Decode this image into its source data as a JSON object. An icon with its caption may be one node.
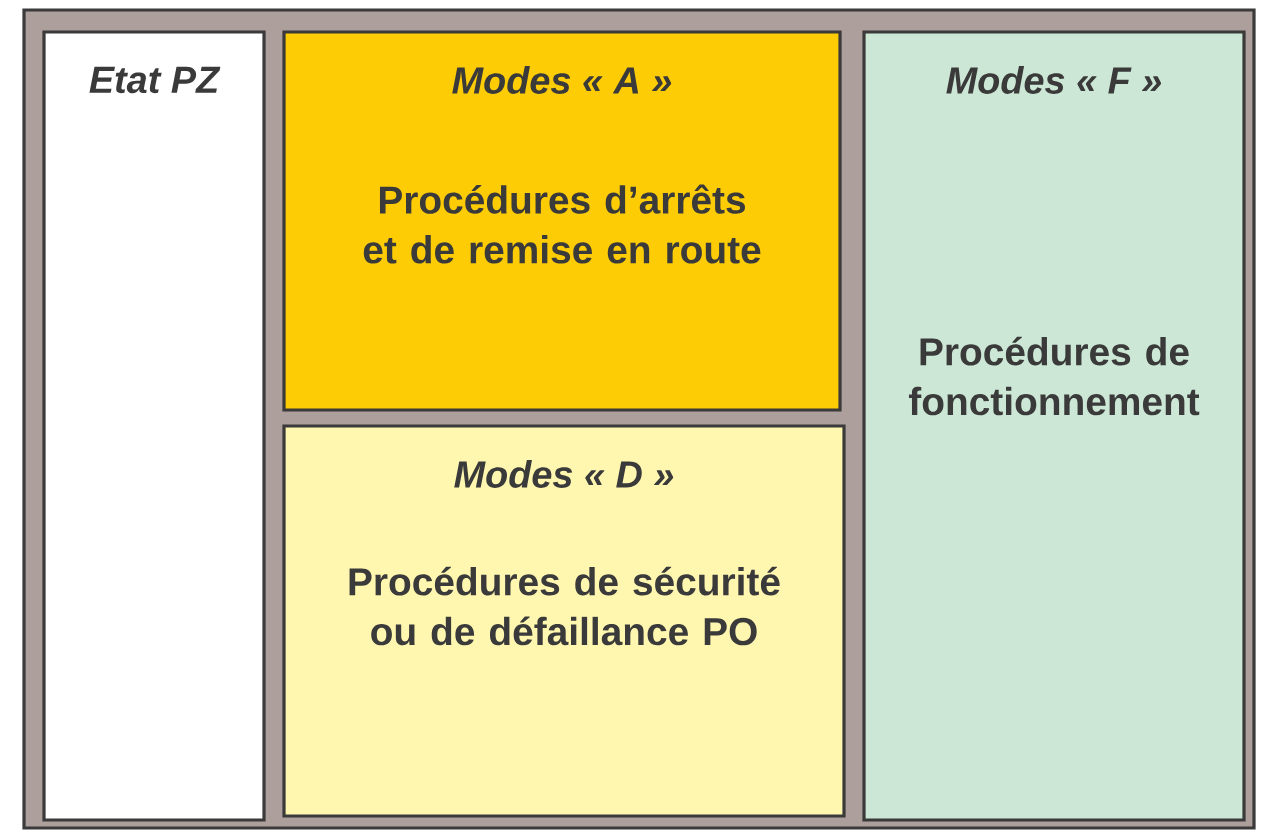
{
  "diagram": {
    "nodes": [
      {
        "text": [],
        "shape": "box"
      },
      {
        "text": [
          "Etat PZ"
        ],
        "in": 0
      },
      {
        "text": [
          "Modes « A »",
          "Procédures d’arrêts et de remise en route"
        ],
        "in": 0
      },
      {
        "text": [
          "Modes « D »",
          "Procédures de sécurité ou de défaillance PO"
        ],
        "in": 0
      },
      {
        "text": [
          "Modes « F »",
          "Procédures de fonctionnement"
        ],
        "in": 0
      }
    ]
  }
}
